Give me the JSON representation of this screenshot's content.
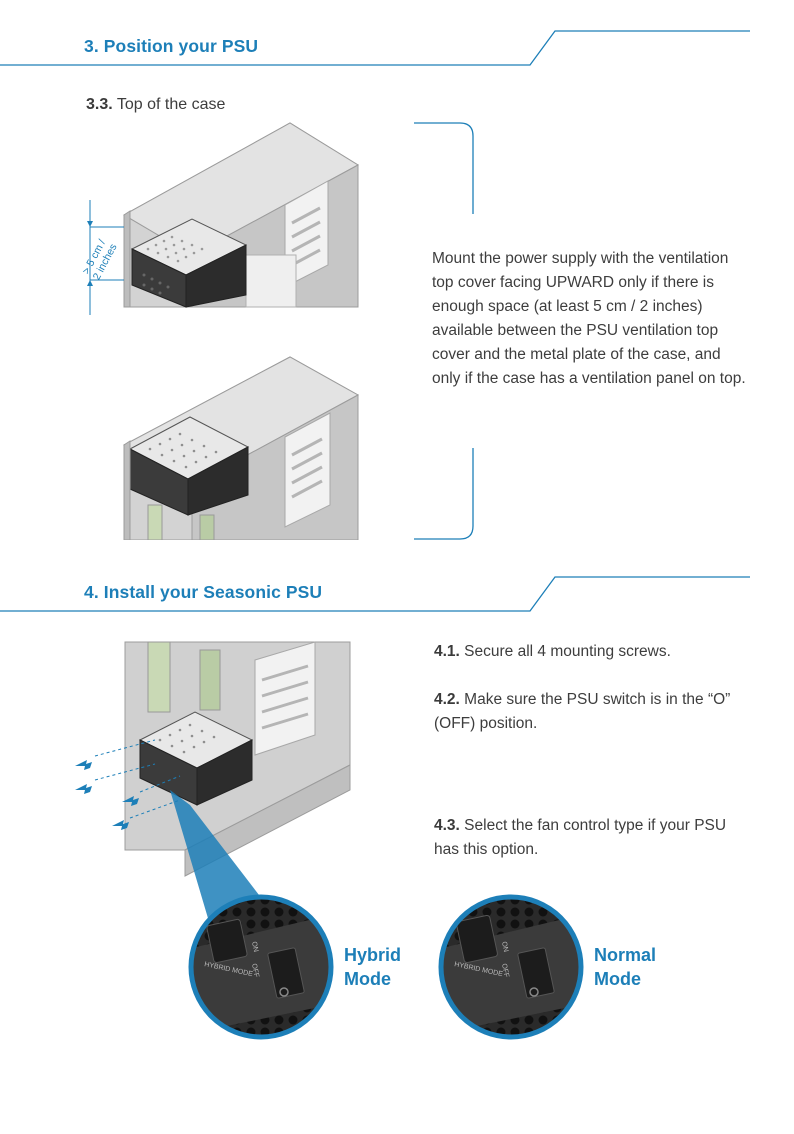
{
  "section3": {
    "title": "3. Position your PSU",
    "step": {
      "number": "3.3.",
      "text": "Top of the case"
    },
    "measurement": {
      "line1": "> 5 cm /",
      "line2": "2 inches"
    },
    "paragraph": "Mount the power supply with the ventilation top cover facing UPWARD only if there is enough space (at least 5 cm / 2 inches) available between the PSU ventilation top cover and the metal plate of the case, and only if the case has a ventilation panel on top."
  },
  "section4": {
    "title": "4. Install your Seasonic PSU",
    "steps": [
      {
        "number": "4.1.",
        "text": " Secure all 4 mounting screws."
      },
      {
        "number": "4.2.",
        "text": " Make sure the PSU switch is in the “O” (OFF) position."
      },
      {
        "number": "4.3.",
        "text": " Select the fan control type if your PSU has this option."
      }
    ],
    "modes": [
      {
        "line1": "Hybrid",
        "line2": "Mode",
        "switch_on": "ON",
        "switch_off": "OFF",
        "panel_label": "HYBRID MODE"
      },
      {
        "line1": "Normal",
        "line2": "Mode",
        "switch_on": "ON",
        "switch_off": "OFF",
        "panel_label": "HYBRID MODE"
      }
    ]
  },
  "colors": {
    "accent": "#1d7fb8",
    "text": "#3d3d3d",
    "case_gray": "#c9c9c9"
  }
}
